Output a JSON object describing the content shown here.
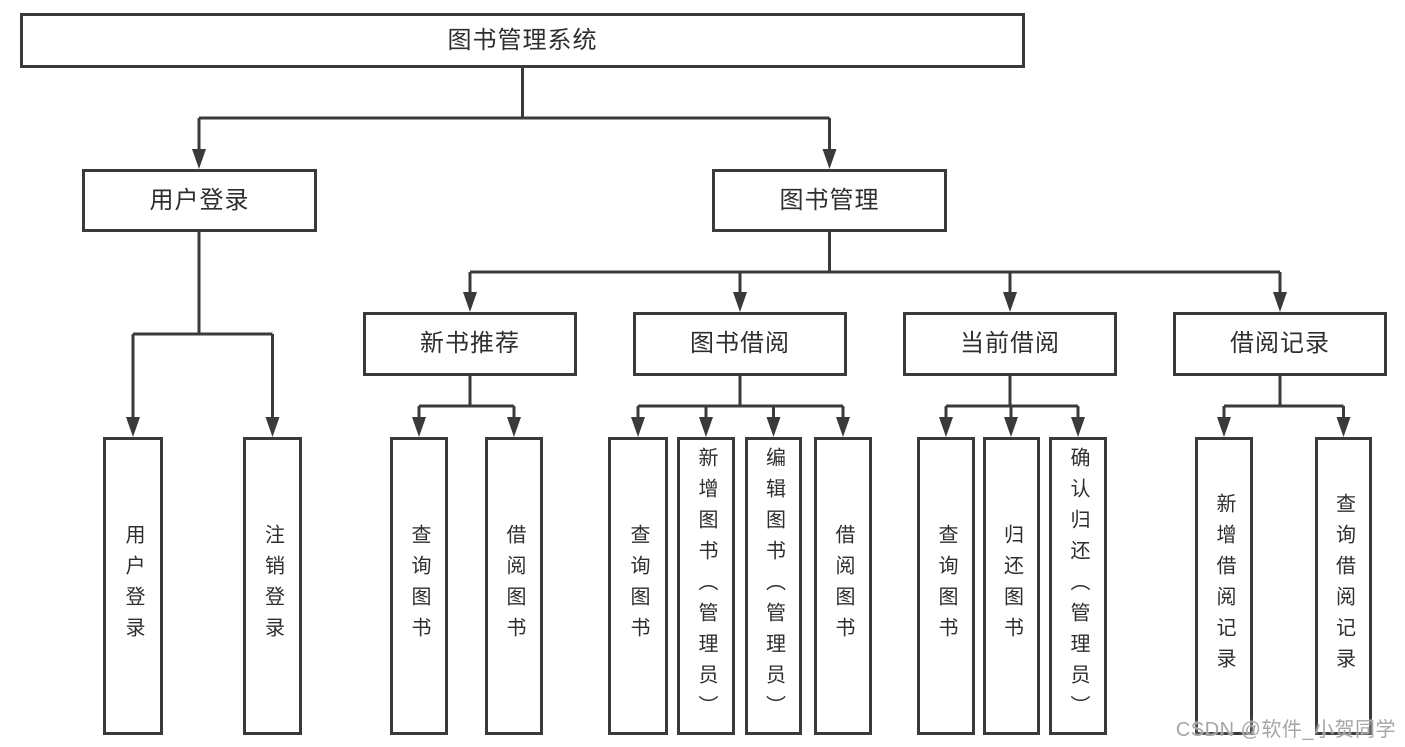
{
  "tree": {
    "label": "图书管理系统",
    "children": [
      {
        "label": "用户登录",
        "children": [
          {
            "label": "用户登录"
          },
          {
            "label": "注销登录"
          }
        ]
      },
      {
        "label": "图书管理",
        "children": [
          {
            "label": "新书推荐",
            "children": [
              {
                "label": "查询图书"
              },
              {
                "label": "借阅图书"
              }
            ]
          },
          {
            "label": "图书借阅",
            "children": [
              {
                "label": "查询图书"
              },
              {
                "label": "新增图书（管理员）"
              },
              {
                "label": "编辑图书（管理员）"
              },
              {
                "label": "借阅图书"
              }
            ]
          },
          {
            "label": "当前借阅",
            "children": [
              {
                "label": "查询图书"
              },
              {
                "label": "归还图书"
              },
              {
                "label": "确认归还（管理员）"
              }
            ]
          },
          {
            "label": "借阅记录",
            "children": [
              {
                "label": "新增借阅记录"
              },
              {
                "label": "查询借阅记录"
              }
            ]
          }
        ]
      }
    ]
  },
  "watermark": "CSDN @软件_小贺同学",
  "colors": {
    "line": "#3a3a3a",
    "text": "#2e2e2e",
    "watermark": "#a6a6a6",
    "background": "#ffffff"
  }
}
